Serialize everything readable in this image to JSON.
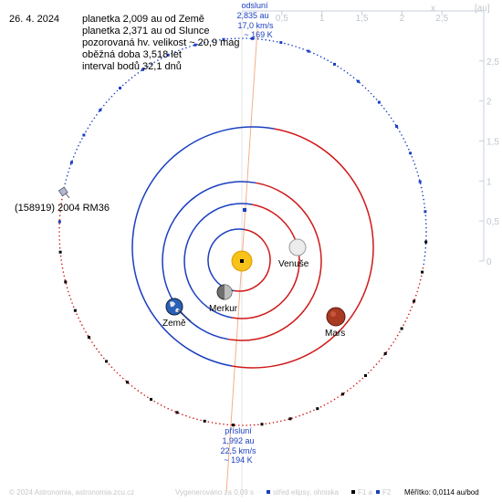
{
  "date": "26. 4. 2024",
  "info": {
    "line1": "planetka 2,009 au od Země",
    "line2": "planetka 2,371 au od Slunce",
    "line3": "pozorovaná hv. velikost ~ 20,9 mag",
    "line4": "oběžná doba 3,518 let",
    "line5": "interval bodů 32,1 dnů"
  },
  "aphelion": {
    "label": "odsluní",
    "dist": "2,835 au",
    "speed": "17,0 km/s",
    "temp": "~ 169 K"
  },
  "perihelion": {
    "label": "přísluní",
    "dist": "1,992 au",
    "speed": "22,5 km/s",
    "temp": "~ 194 K"
  },
  "asteroid_name": "(158919) 2004 RM36",
  "planets": {
    "venus": "Venuše",
    "earth": "Země",
    "mercury": "Merkur",
    "mars": "Mars"
  },
  "scale": {
    "unit": "[au]",
    "x_ticks": [
      "0",
      "0,5",
      "1",
      "1,5",
      "2",
      "2,5"
    ],
    "x_axis_letter": "x",
    "y_ticks": [
      "2,5",
      "2",
      "1,5",
      "1",
      "0,5",
      "0"
    ]
  },
  "footer": {
    "copyright": "© 2024 Astronomia, astronomia.zcu.cz",
    "generated": "Vygenerováno za 0,09 s",
    "legend_center": "střed elipsy, ohniska",
    "legend_f1": "F1 a",
    "legend_f2": "F2",
    "scale": "Měřítko: 0,0114 au/bod"
  },
  "colors": {
    "blue": "#1a3fc0",
    "red": "#d01818",
    "accent_text": "#1a3fc0",
    "axis": "#9ab",
    "line": "#f2b08a"
  }
}
